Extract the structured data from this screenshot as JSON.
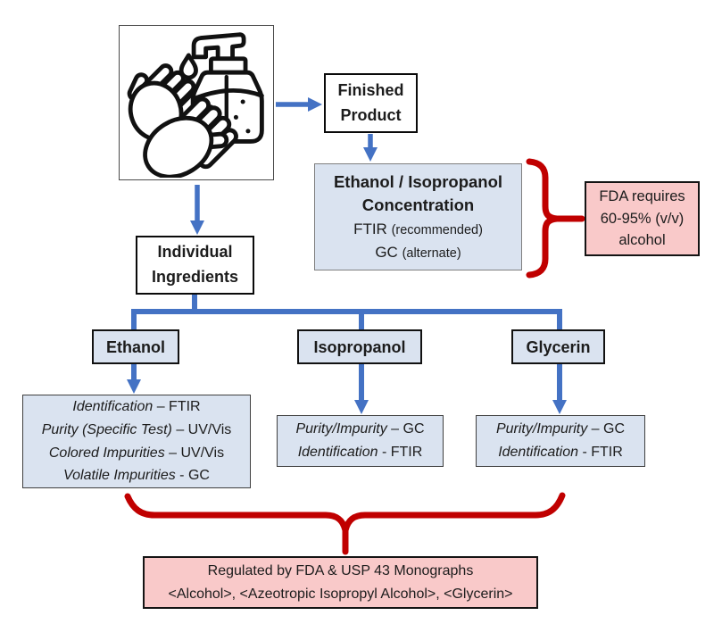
{
  "colors": {
    "arrow_blue": "#4472c4",
    "brace_red": "#c00000",
    "panel_blue": "#dae3f0",
    "panel_pink": "#f9c9c9"
  },
  "icons": {
    "hero": "hand-sanitizer-icon",
    "hero_parts": [
      "pump-bottle-icon",
      "droplet-icon",
      "hand-back-icon",
      "hand-front-icon"
    ]
  },
  "flow": {
    "finished_product": {
      "line1": "Finished",
      "line2": "Product"
    },
    "concentration": {
      "title_line1": "Ethanol / Isopropanol",
      "title_line2": "Concentration",
      "method1": "FTIR",
      "method1_note": "(recommended)",
      "method2": "GC",
      "method2_note": "(alternate)"
    },
    "fda_note": {
      "line1": "FDA requires",
      "line2": "60-95% (v/v)",
      "line3": "alcohol"
    },
    "individual_ingredients": {
      "line1": "Individual",
      "line2": "Ingredients"
    },
    "branches": {
      "ethanol": {
        "label": "Ethanol",
        "tests": [
          {
            "name": "Identification",
            "method": "– FTIR"
          },
          {
            "name": "Purity (Specific Test)",
            "method": "– UV/Vis"
          },
          {
            "name": "Colored Impurities",
            "method": "– UV/Vis"
          },
          {
            "name": "Volatile Impurities",
            "method": "- GC"
          }
        ]
      },
      "isopropanol": {
        "label": "Isopropanol",
        "tests": [
          {
            "name": "Purity/Impurity",
            "method": "– GC"
          },
          {
            "name": "Identification",
            "method": "- FTIR"
          }
        ]
      },
      "glycerin": {
        "label": "Glycerin",
        "tests": [
          {
            "name": "Purity/Impurity",
            "method": "– GC"
          },
          {
            "name": "Identification",
            "method": "- FTIR"
          }
        ]
      }
    },
    "regulation": {
      "line1": "Regulated by FDA & USP 43 Monographs",
      "line2": "<Alcohol>, <Azeotropic Isopropyl Alcohol>, <Glycerin>"
    }
  }
}
